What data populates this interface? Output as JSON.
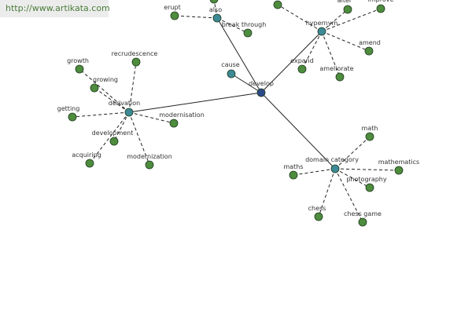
{
  "watermark": "http://www.artikata.com",
  "colors": {
    "center_node": "#2c4a8a",
    "hub_node": "#3d8a96",
    "leaf_node": "#4e8c3e",
    "edge": "#222222",
    "label": "#333333"
  },
  "nodes": [
    {
      "id": "develop",
      "label": "develop",
      "kind": "center"
    },
    {
      "id": "derivation",
      "label": "derivation",
      "kind": "hub"
    },
    {
      "id": "also",
      "label": "also",
      "kind": "hub"
    },
    {
      "id": "hypernym",
      "label": "hypernym",
      "kind": "hub"
    },
    {
      "id": "domain_category",
      "label": "domain category",
      "kind": "hub"
    },
    {
      "id": "cause",
      "label": "cause",
      "kind": "hub"
    },
    {
      "id": "growth",
      "label": "growth",
      "kind": "leaf"
    },
    {
      "id": "recrudescence",
      "label": "recrudescence",
      "kind": "leaf"
    },
    {
      "id": "growing",
      "label": "growing",
      "kind": "leaf"
    },
    {
      "id": "getting",
      "label": "getting",
      "kind": "leaf"
    },
    {
      "id": "modernisation",
      "label": "modernisation",
      "kind": "leaf"
    },
    {
      "id": "development",
      "label": "development",
      "kind": "leaf"
    },
    {
      "id": "acquiring",
      "label": "acquiring",
      "kind": "leaf"
    },
    {
      "id": "modernization",
      "label": "modernization",
      "kind": "leaf"
    },
    {
      "id": "erupt",
      "label": "erupt",
      "kind": "leaf"
    },
    {
      "id": "break_through",
      "label": "break through",
      "kind": "leaf"
    },
    {
      "id": "also_top",
      "label": "",
      "kind": "leaf"
    },
    {
      "id": "hyp_top_left",
      "label": "",
      "kind": "leaf"
    },
    {
      "id": "alter",
      "label": "alter",
      "kind": "leaf"
    },
    {
      "id": "improve",
      "label": "improve",
      "kind": "leaf"
    },
    {
      "id": "amend",
      "label": "amend",
      "kind": "leaf"
    },
    {
      "id": "expand",
      "label": "expand",
      "kind": "leaf"
    },
    {
      "id": "ameliorate",
      "label": "ameliorate",
      "kind": "leaf"
    },
    {
      "id": "math",
      "label": "math",
      "kind": "leaf"
    },
    {
      "id": "maths",
      "label": "maths",
      "kind": "leaf"
    },
    {
      "id": "mathematics",
      "label": "mathematics",
      "kind": "leaf"
    },
    {
      "id": "photography",
      "label": "photography",
      "kind": "leaf"
    },
    {
      "id": "chess",
      "label": "chess",
      "kind": "leaf"
    },
    {
      "id": "chess_game",
      "label": "chess game",
      "kind": "leaf"
    }
  ],
  "edges": [
    {
      "from": "develop",
      "to": "derivation",
      "style": "solid"
    },
    {
      "from": "develop",
      "to": "also",
      "style": "solid"
    },
    {
      "from": "develop",
      "to": "hypernym",
      "style": "solid"
    },
    {
      "from": "develop",
      "to": "domain_category",
      "style": "solid"
    },
    {
      "from": "develop",
      "to": "cause",
      "style": "solid"
    },
    {
      "from": "derivation",
      "to": "growth",
      "style": "dashed"
    },
    {
      "from": "derivation",
      "to": "recrudescence",
      "style": "dashed"
    },
    {
      "from": "derivation",
      "to": "growing",
      "style": "dashed"
    },
    {
      "from": "derivation",
      "to": "getting",
      "style": "dashed"
    },
    {
      "from": "derivation",
      "to": "modernisation",
      "style": "dashed"
    },
    {
      "from": "derivation",
      "to": "development",
      "style": "dashed"
    },
    {
      "from": "derivation",
      "to": "acquiring",
      "style": "dashed"
    },
    {
      "from": "derivation",
      "to": "modernization",
      "style": "dashed"
    },
    {
      "from": "also",
      "to": "erupt",
      "style": "dashed"
    },
    {
      "from": "also",
      "to": "break_through",
      "style": "dashed"
    },
    {
      "from": "also",
      "to": "also_top",
      "style": "dashed"
    },
    {
      "from": "hypernym",
      "to": "hyp_top_left",
      "style": "dashed"
    },
    {
      "from": "hypernym",
      "to": "alter",
      "style": "dashed"
    },
    {
      "from": "hypernym",
      "to": "improve",
      "style": "dashed"
    },
    {
      "from": "hypernym",
      "to": "amend",
      "style": "dashed"
    },
    {
      "from": "hypernym",
      "to": "expand",
      "style": "dashed"
    },
    {
      "from": "hypernym",
      "to": "ameliorate",
      "style": "dashed"
    },
    {
      "from": "domain_category",
      "to": "math",
      "style": "dashed"
    },
    {
      "from": "domain_category",
      "to": "maths",
      "style": "dashed"
    },
    {
      "from": "domain_category",
      "to": "mathematics",
      "style": "dashed"
    },
    {
      "from": "domain_category",
      "to": "photography",
      "style": "dashed"
    },
    {
      "from": "domain_category",
      "to": "chess",
      "style": "dashed"
    },
    {
      "from": "domain_category",
      "to": "chess_game",
      "style": "dashed"
    }
  ]
}
